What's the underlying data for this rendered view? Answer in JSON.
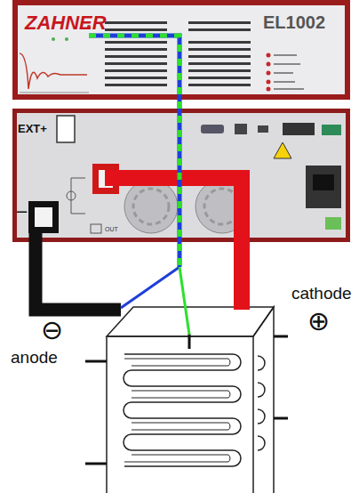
{
  "diagram": {
    "nodes": [
      {
        "text": [
          "ZAHNER",
          "EL1002"
        ]
      },
      {
        "text": [
          "EXT+"
        ]
      }
    ],
    "labels": [
      "−",
      "OUT",
      "⊖",
      "anode",
      "cathode",
      "⊕"
    ]
  }
}
